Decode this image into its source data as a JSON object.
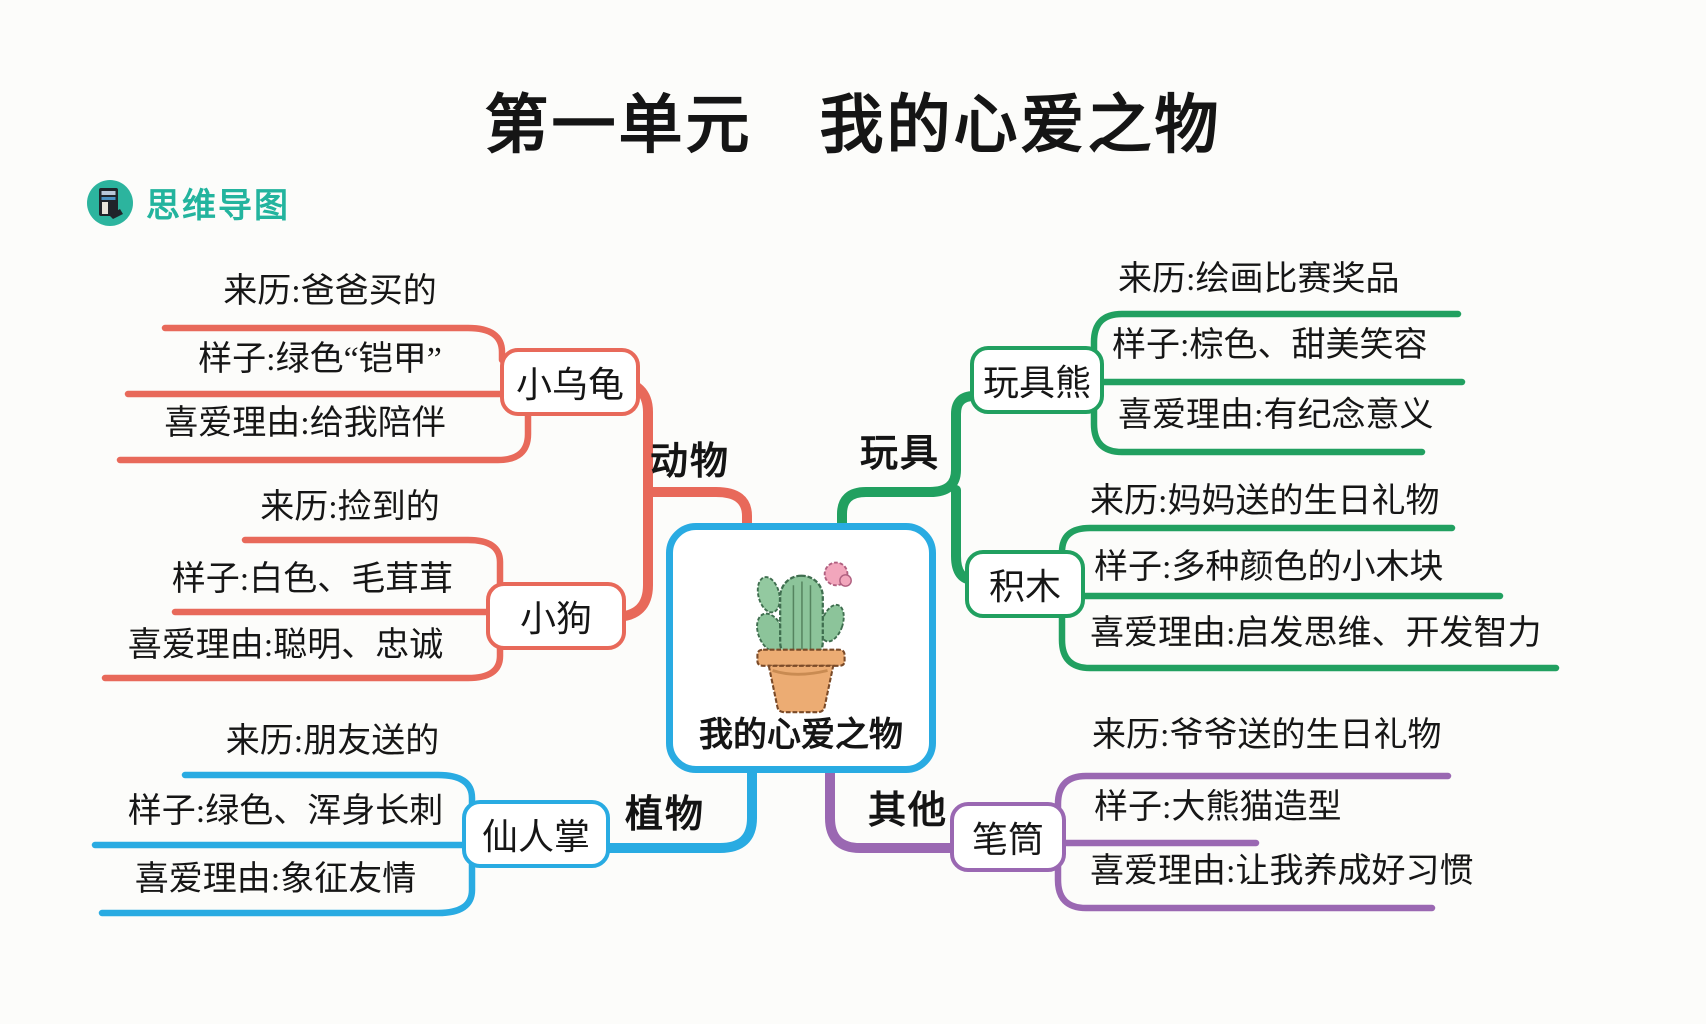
{
  "title": "第一单元　我的心爱之物",
  "badge": {
    "label": "思维导图",
    "icon": "mindmap-book-icon",
    "color": "#23B49E"
  },
  "center": {
    "label": "我的心爱之物",
    "illustration": "potted-cactus",
    "border_color": "#29ABE2"
  },
  "branches": [
    {
      "name": "动物",
      "color": "#E8695A",
      "side": "left",
      "nodes": [
        {
          "label": "小乌龟",
          "details": [
            "来历:爸爸买的",
            "样子:绿色“铠甲”",
            "喜爱理由:给我陪伴"
          ]
        },
        {
          "label": "小狗",
          "details": [
            "来历:捡到的",
            "样子:白色、毛茸茸",
            "喜爱理由:聪明、忠诚"
          ]
        }
      ]
    },
    {
      "name": "玩具",
      "color": "#21A060",
      "side": "right",
      "nodes": [
        {
          "label": "玩具熊",
          "details": [
            "来历:绘画比赛奖品",
            "样子:棕色、甜美笑容",
            "喜爱理由:有纪念意义"
          ]
        },
        {
          "label": "积木",
          "details": [
            "来历:妈妈送的生日礼物",
            "样子:多种颜色的小木块",
            "喜爱理由:启发思维、开发智力"
          ]
        }
      ]
    },
    {
      "name": "植物",
      "color": "#29ABE2",
      "side": "left",
      "nodes": [
        {
          "label": "仙人掌",
          "details": [
            "来历:朋友送的",
            "样子:绿色、浑身长刺",
            "喜爱理由:象征友情"
          ]
        }
      ]
    },
    {
      "name": "其他",
      "color": "#9A68B2",
      "side": "right",
      "nodes": [
        {
          "label": "笔筒",
          "details": [
            "来历:爷爷送的生日礼物",
            "样子:大熊猫造型",
            "喜爱理由:让我养成好习惯"
          ]
        }
      ]
    }
  ]
}
